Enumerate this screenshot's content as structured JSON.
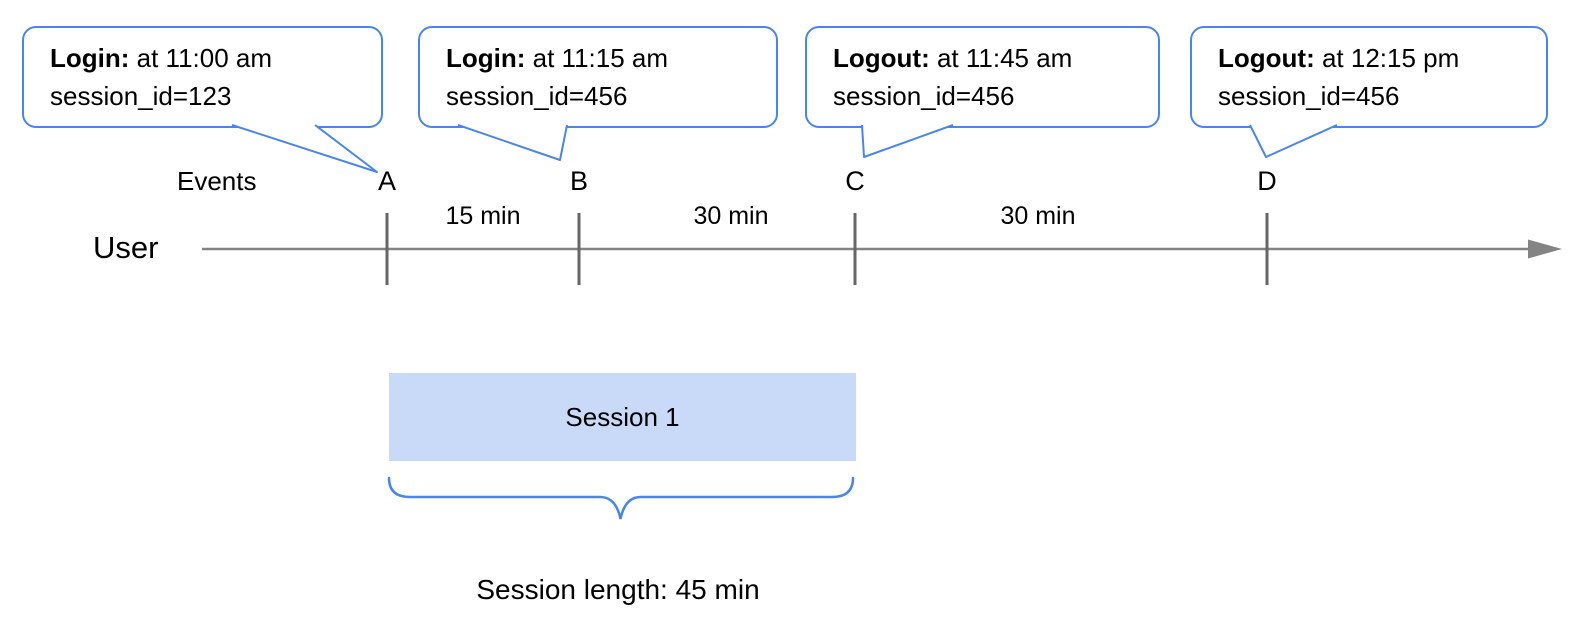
{
  "colors": {
    "accent_blue": "#4a86e8",
    "session_fill": "#c9daf8",
    "timeline_gray": "#848484",
    "tick_gray": "#666666",
    "text_black": "#000000"
  },
  "callouts": [
    {
      "label": "Login:",
      "rest": " at 11:00 am",
      "detail": "session_id=123"
    },
    {
      "label": "Login:",
      "rest": " at 11:15 am",
      "detail": "session_id=456"
    },
    {
      "label": "Logout:",
      "rest": " at 11:45 am",
      "detail": "session_id=456"
    },
    {
      "label": "Logout:",
      "rest": " at 12:15 pm",
      "detail": "session_id=456"
    }
  ],
  "timeline": {
    "events_label": "Events",
    "user_label": "User",
    "markers": [
      "A",
      "B",
      "C",
      "D"
    ],
    "intervals": [
      "15 min",
      "30 min",
      "30 min"
    ]
  },
  "session": {
    "label": "Session 1",
    "length_label": "Session length: 45 min"
  }
}
